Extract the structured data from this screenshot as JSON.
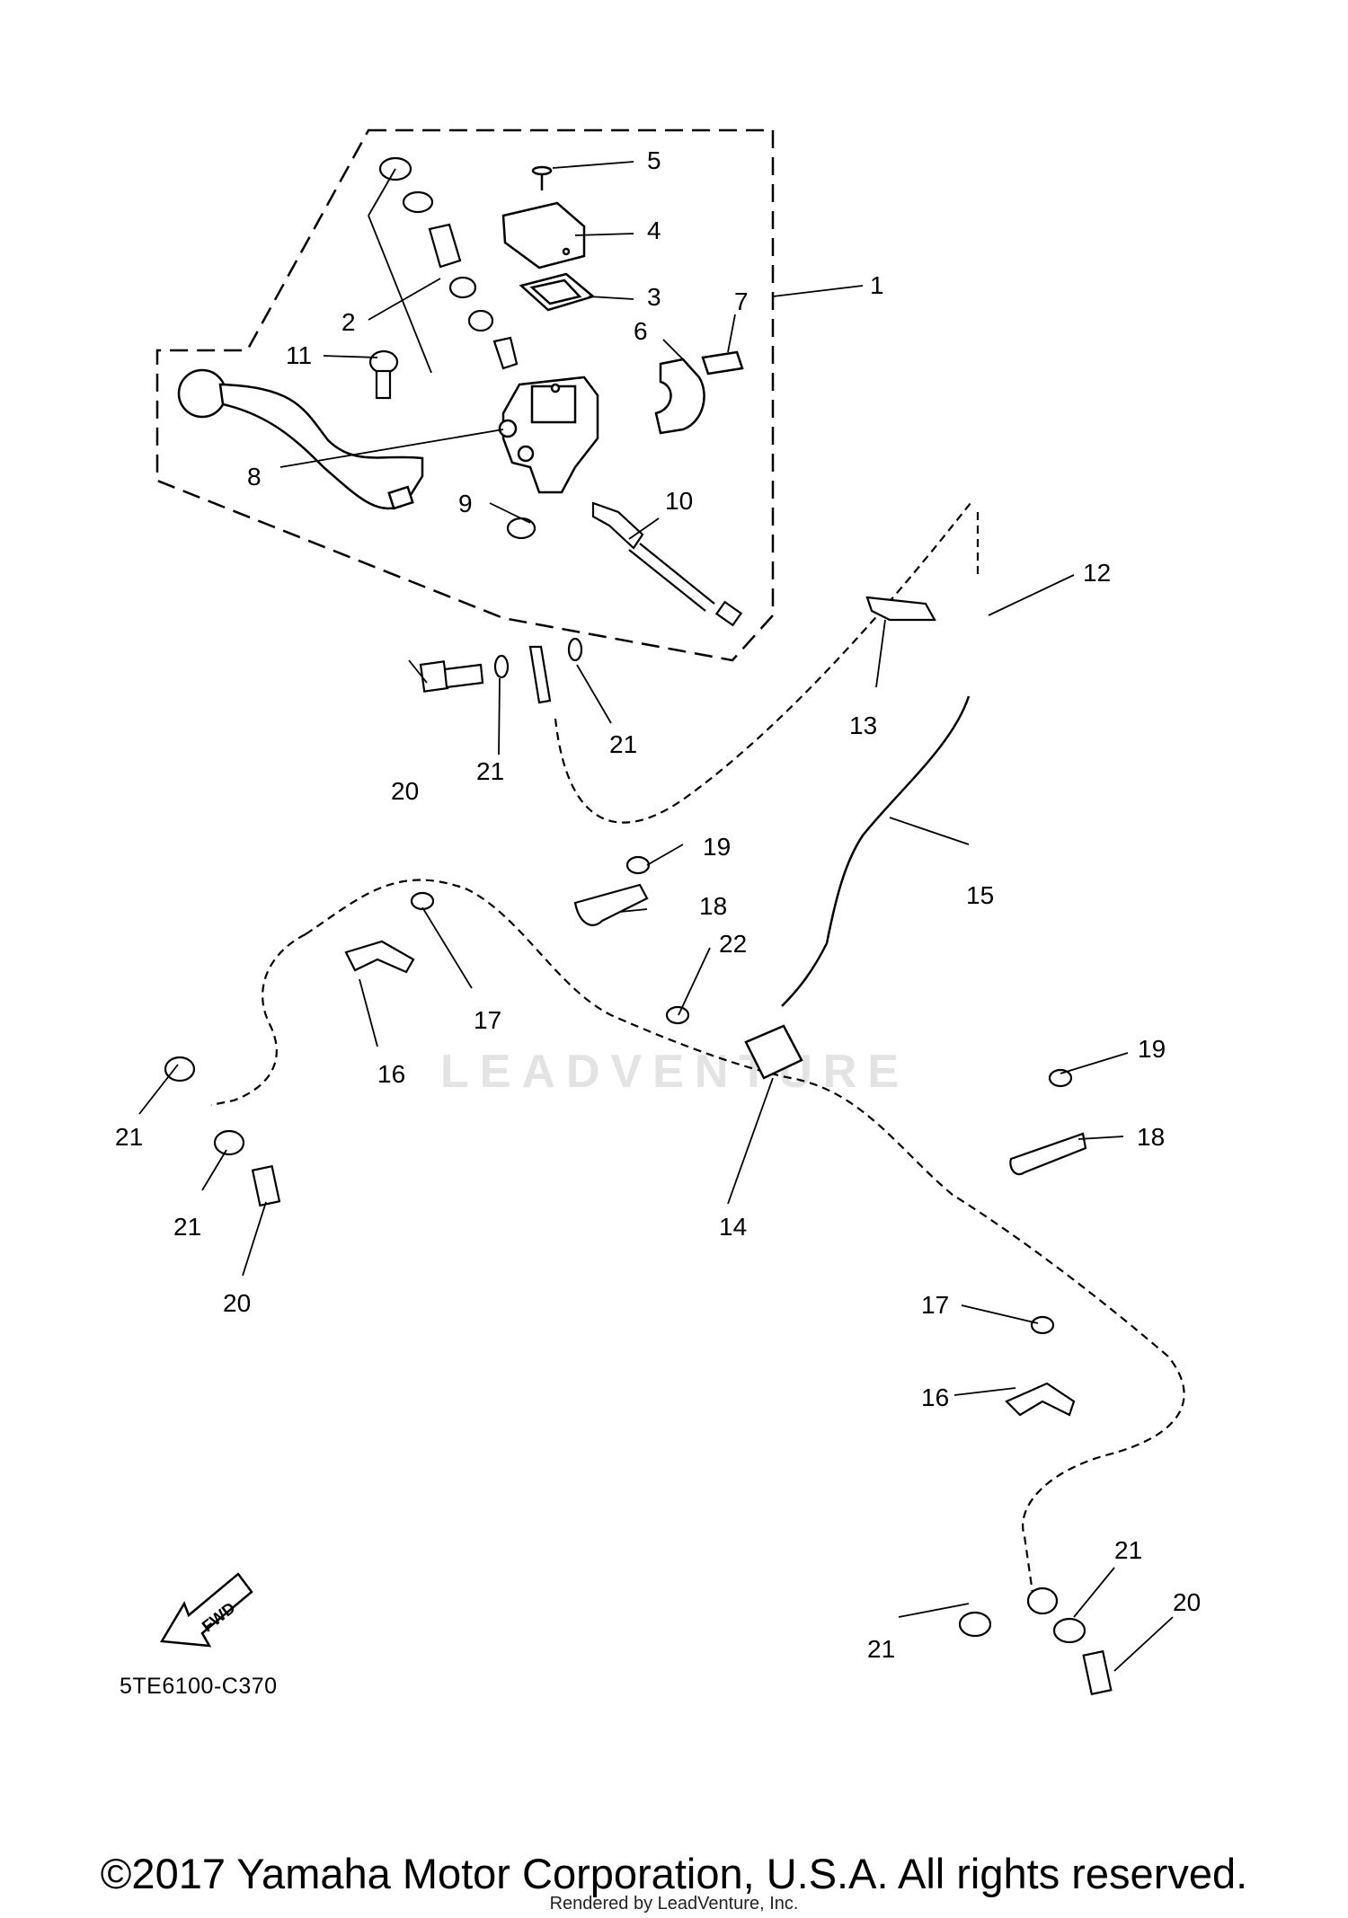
{
  "diagram": {
    "watermark": "LEADVENTURE",
    "fwd_label": "FWD",
    "diagram_code": "5TE6100-C370",
    "callouts": {
      "c1": "1",
      "c2": "2",
      "c3": "3",
      "c4": "4",
      "c5": "5",
      "c6": "6",
      "c7": "7",
      "c8": "8",
      "c9": "9",
      "c10": "10",
      "c11": "11",
      "c12": "12",
      "c13": "13",
      "c14": "14",
      "c15": "15",
      "c16a": "16",
      "c16b": "16",
      "c17a": "17",
      "c17b": "17",
      "c18a": "18",
      "c18b": "18",
      "c19a": "19",
      "c19b": "19",
      "c20a": "20",
      "c20b": "20",
      "c20c": "20",
      "c21a": "21",
      "c21b": "21",
      "c21c": "21",
      "c21d": "21",
      "c21e": "21",
      "c21f": "21",
      "c22": "22"
    }
  },
  "footer": {
    "copyright": "©2017 Yamaha Motor Corporation, U.S.A. All rights reserved.",
    "rendered_by": "Rendered by LeadVenture, Inc."
  }
}
